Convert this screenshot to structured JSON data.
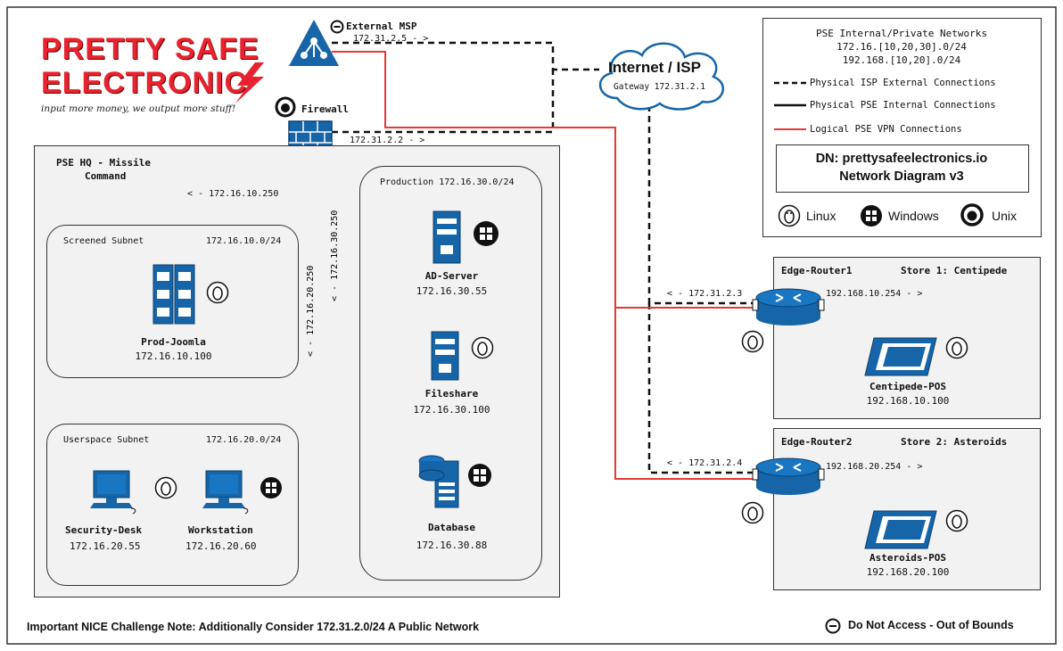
{
  "logo": {
    "line1": "PRETTY SAFE",
    "line2": "ELECTRONIC",
    "tagline": "input more money, we output more stuff!"
  },
  "external_msp": {
    "label": "External MSP",
    "ip": "172.31.2.5 - >"
  },
  "firewall": {
    "label": "Firewall",
    "ip_public": "172.31.2.2 - >",
    "ip_screened": "< - 172.16.10.250",
    "ip_userspace": "< - 172.16.20.250",
    "ip_production": "< - 172.16.30.250"
  },
  "internet": {
    "title": "Internet / ISP",
    "gateway": "Gateway 172.31.2.1"
  },
  "legend": {
    "title": "PSE Internal/Private Networks",
    "line2": "172.16.[10,20,30].0/24",
    "line3": "192.168.[10,20].0/24",
    "dashed": "Physical ISP External Connections",
    "solid": "Physical PSE Internal Connections",
    "red": "Logical PSE VPN Connections",
    "dn_line1": "DN: prettysafeelectronics.io",
    "dn_line2": "Network Diagram v3",
    "linux": "Linux",
    "windows": "Windows",
    "unix": "Unix"
  },
  "hq": {
    "title_line1": "PSE HQ - Missile",
    "title_line2": "Command",
    "screened": {
      "title": "Screened Subnet",
      "net": "172.16.10.0/24",
      "host": "Prod-Joomla",
      "ip": "172.16.10.100"
    },
    "userspace": {
      "title": "Userspace Subnet",
      "net": "172.16.20.0/24",
      "host1": "Security-Desk",
      "ip1": "172.16.20.55",
      "host2": "Workstation",
      "ip2": "172.16.20.60"
    },
    "production": {
      "title": "Production 172.16.30.0/24",
      "host1": "AD-Server",
      "ip1": "172.16.30.55",
      "host2": "Fileshare",
      "ip2": "172.16.30.100",
      "host3": "Database",
      "ip3": "172.16.30.88"
    }
  },
  "store1": {
    "router": "Edge-Router1",
    "name": "Store 1: Centipede",
    "ip_ext": "< - 172.31.2.3",
    "ip_int": "192.168.10.254 - >",
    "pos": "Centipede-POS",
    "pos_ip": "192.168.10.100"
  },
  "store2": {
    "router": "Edge-Router2",
    "name": "Store 2: Asteroids",
    "ip_ext": "< - 172.31.2.4",
    "ip_int": "192.168.20.254 - >",
    "pos": "Asteroids-POS",
    "pos_ip": "192.168.20.100"
  },
  "footer": {
    "note": "Important NICE Challenge Note: Additionally Consider 172.31.2.0/24 A Public Network",
    "oob": "Do Not Access - Out of Bounds"
  },
  "colors": {
    "blue": "#1565a8",
    "red": "#e53935",
    "logo_red": "#e8232f",
    "gray": "#f2f2f2"
  }
}
